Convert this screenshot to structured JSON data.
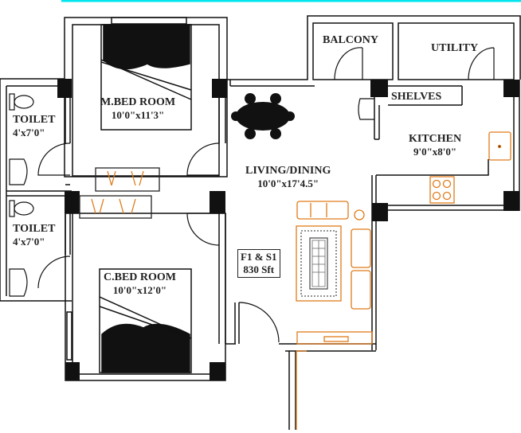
{
  "rooms": {
    "master_bed": {
      "name": "M.BED ROOM",
      "size": "10'0\"x11'3\""
    },
    "toilet1": {
      "name": "TOILET",
      "size": "4'x7'0\""
    },
    "toilet2": {
      "name": "TOILET",
      "size": "4'x7'0\""
    },
    "child_bed": {
      "name": "C.BED ROOM",
      "size": "10'0\"x12'0\""
    },
    "living": {
      "name": "LIVING/DINING",
      "size": "10'0\"x17'4.5\""
    },
    "kitchen": {
      "name": "KITCHEN",
      "size": "9'0\"x8'0\""
    },
    "balcony": {
      "name": "BALCONY"
    },
    "utility": {
      "name": "UTILITY"
    },
    "shelves": {
      "name": "SHELVES"
    }
  },
  "unit": {
    "code": "F1 & S1",
    "area": "830 Sft"
  },
  "colors": {
    "wall": "#111111",
    "furniture": "#e07b1a",
    "accent_line": "#00e5ee"
  }
}
